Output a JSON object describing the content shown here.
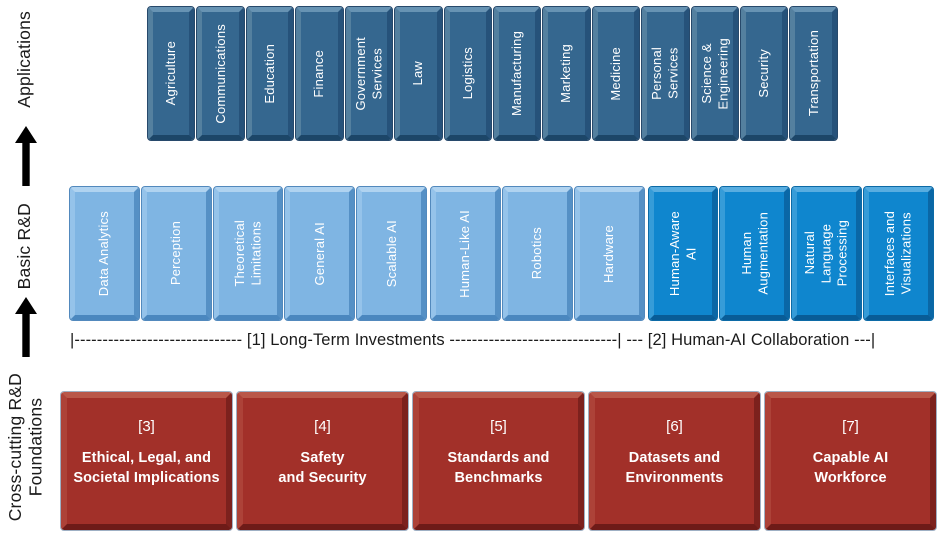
{
  "side": {
    "applications_label": "Applications",
    "basic_rd_label": "Basic R&D",
    "crosscutting_label": "Cross-cutting R&D\nFoundations"
  },
  "applications_row": {
    "items": [
      "Agriculture",
      "Communications",
      "Education",
      "Finance",
      "Government\nServices",
      "Law",
      "Logistics",
      "Manufacturing",
      "Marketing",
      "Medicine",
      "Personal\nServices",
      "Science &\nEngineering",
      "Security",
      "Transportation"
    ]
  },
  "basic_rd_row": {
    "groups": [
      {
        "id": "long-term-a",
        "color": "light",
        "items": [
          "Data Analytics",
          "Perception",
          "Theoretical\nLimitations",
          "General AI",
          "Scalable AI"
        ]
      },
      {
        "id": "long-term-b",
        "color": "light",
        "items": [
          "Human-Like AI",
          "Robotics",
          "Hardware"
        ]
      },
      {
        "id": "human-ai",
        "color": "bright",
        "items": [
          "Human-Aware\nAI",
          "Human\nAugmentation",
          "Natural\nLanguage\nProcessing",
          "Interfaces and\nVisualizations"
        ]
      }
    ]
  },
  "caption": {
    "text": "|------------------------------ [1] Long-Term Investments ------------------------------| --- [2] Human-AI Collaboration ---|"
  },
  "foundations_row": {
    "items": [
      {
        "number": "[3]",
        "title": "Ethical, Legal, and\nSocietal Implications"
      },
      {
        "number": "[4]",
        "title": "Safety\nand Security"
      },
      {
        "number": "[5]",
        "title": "Standards and\nBenchmarks"
      },
      {
        "number": "[6]",
        "title": "Datasets and\nEnvironments"
      },
      {
        "number": "[7]",
        "title": "Capable AI\nWorkforce"
      }
    ]
  },
  "colors": {
    "applications_box": "#35678f",
    "basic_rd_light_box": "#7fb5e3",
    "basic_rd_bright_box": "#0f86ce",
    "foundations_box": "#a23029",
    "box_text": "#ffffff",
    "label_text": "#1b1b1b",
    "background": "#ffffff"
  }
}
